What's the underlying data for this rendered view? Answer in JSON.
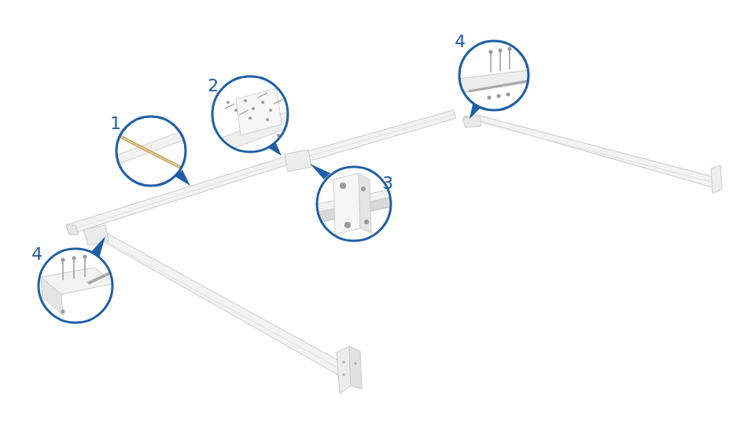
{
  "diagram": {
    "labels": [
      "1",
      "2",
      "3",
      "4",
      "4"
    ]
  }
}
